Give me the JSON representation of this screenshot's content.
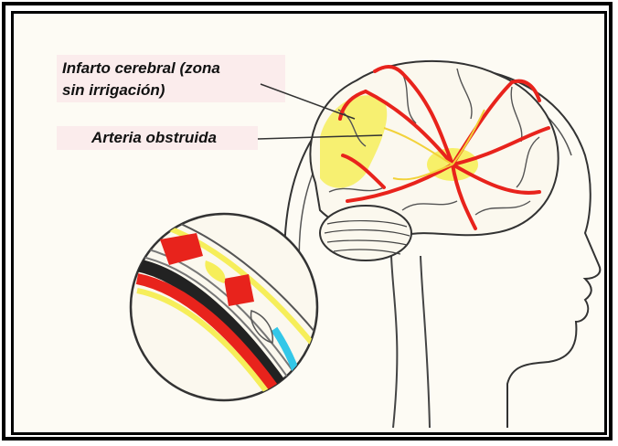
{
  "diagram": {
    "labels": {
      "infarct_line1": "Infarto cerebral (zona",
      "infarct_line2": "sin irrigación)",
      "artery": "Arteria obstruida"
    },
    "colors": {
      "artery_red": "#e8231c",
      "infarct_yellow": "#f6ee5a",
      "clot_cyan": "#33c7e8",
      "outline": "#333333"
    }
  }
}
